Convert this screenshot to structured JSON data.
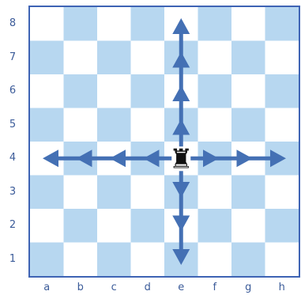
{
  "board": {
    "files": [
      "a",
      "b",
      "c",
      "d",
      "e",
      "f",
      "g",
      "h"
    ],
    "ranks": [
      "8",
      "7",
      "6",
      "5",
      "4",
      "3",
      "2",
      "1"
    ],
    "light_color": "#ffffff",
    "dark_color": "#b7d7f0",
    "frame_color": "#3e63b4",
    "arrow_color": "#4470b4"
  },
  "piece": {
    "name": "rook-icon",
    "glyph": "♜",
    "square": "e4"
  },
  "moves": {
    "up_to": "e8",
    "down_to": "e1",
    "left_to": "a4",
    "right_to": "h4"
  }
}
